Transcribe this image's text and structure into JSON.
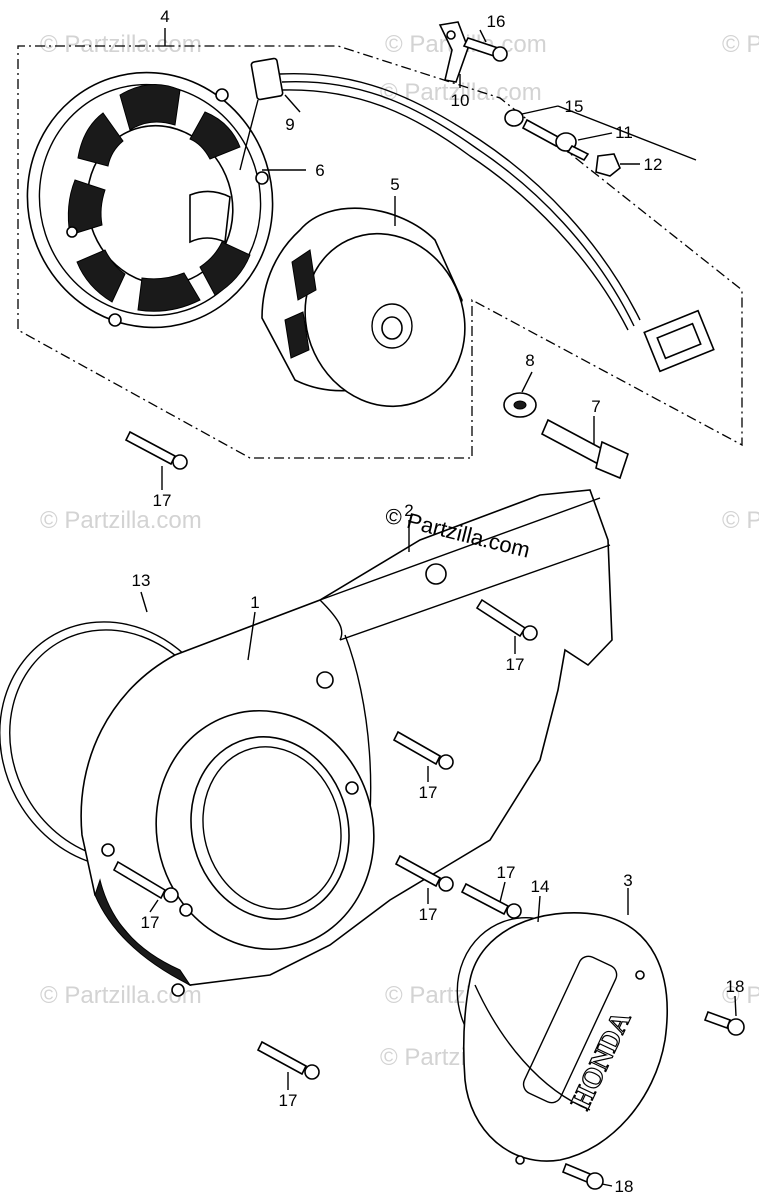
{
  "watermarks": {
    "faint": [
      "© Partzilla.com",
      "© Partzilla.com",
      "© Partzilla.com",
      "© Partzilla.com",
      "© Partzilla.com",
      "© Partzilla.com",
      "© Partzilla.com",
      "© Partzilla.com",
      "© Partzilla.com",
      "© Partzilla.com"
    ],
    "center": "© Partzilla.com"
  },
  "emblem_text": "HONDA",
  "callouts": {
    "p1": "1",
    "p2": "2",
    "p3": "3",
    "p4": "4",
    "p5": "5",
    "p6": "6",
    "p7": "7",
    "p8": "8",
    "p9": "9",
    "p10": "10",
    "p11": "11",
    "p12": "12",
    "p13": "13",
    "p14": "14",
    "p15": "15",
    "p16": "16",
    "p17a": "17",
    "p17b": "17",
    "p17c": "17",
    "p17d": "17",
    "p17e": "17",
    "p17f": "17",
    "p17g": "17",
    "p18a": "18",
    "p18b": "18"
  }
}
